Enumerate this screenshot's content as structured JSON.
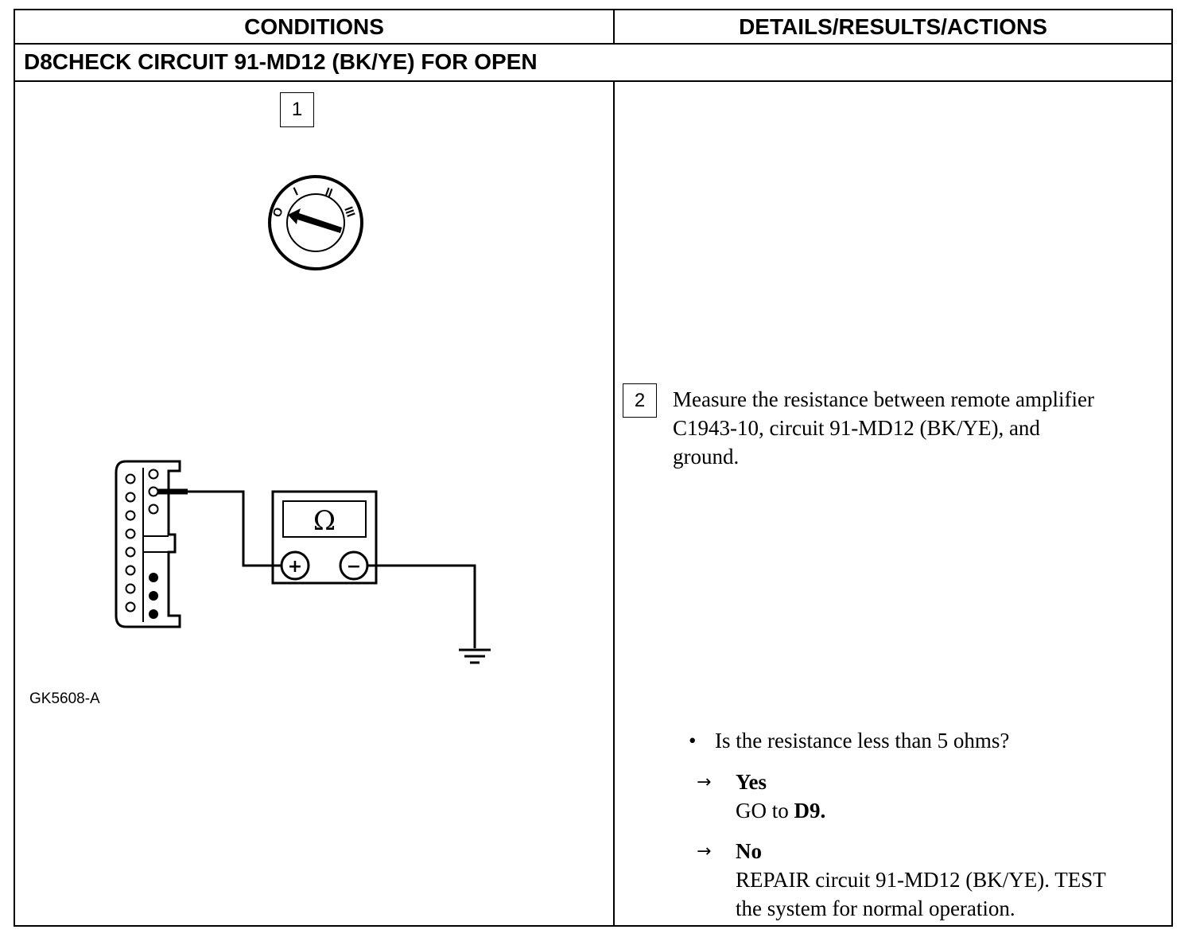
{
  "table": {
    "col_conditions": "CONDITIONS",
    "col_details": "DETAILS/RESULTS/ACTIONS",
    "step_id": "D8",
    "step_title": "CHECK CIRCUIT 91-MD12 (BK/YE) FOR OPEN"
  },
  "conditions": {
    "step1_number": "1",
    "ignition_positions": [
      "O",
      "I",
      "II",
      "III"
    ],
    "meter_symbol": "Ω",
    "meter_plus": "+",
    "meter_minus": "−",
    "figure_id": "GK5608-A",
    "icons": [
      "ignition-switch-icon",
      "connector-icon",
      "ohmmeter-icon",
      "ground-symbol-icon"
    ]
  },
  "details": {
    "step2_number": "2",
    "step2_line1": "Measure the resistance between remote amplifier",
    "step2_line2": "C1943-10, circuit 91-MD12 (BK/YE), and",
    "step2_line3": "ground.",
    "question": "Is the resistance less than 5 ohms?",
    "yes_label": "Yes",
    "yes_action_prefix": "GO to ",
    "yes_action_target": "D9.",
    "no_label": "No",
    "no_action_line1": "REPAIR circuit 91-MD12 (BK/YE). TEST",
    "no_action_line2": "the system for normal operation."
  }
}
